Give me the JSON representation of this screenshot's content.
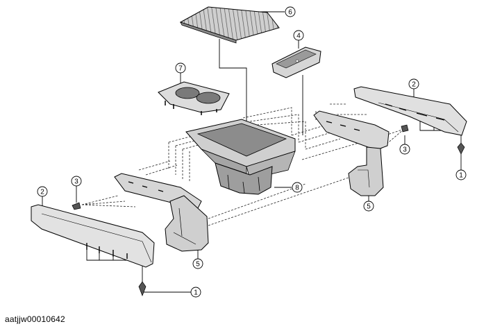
{
  "figure_id": "aatjjw00010642",
  "callouts": [
    {
      "key": "c6",
      "label": "6"
    },
    {
      "key": "c4",
      "label": "4"
    },
    {
      "key": "c7",
      "label": "7"
    },
    {
      "key": "c2r",
      "label": "2"
    },
    {
      "key": "c3r",
      "label": "3"
    },
    {
      "key": "c1r",
      "label": "1"
    },
    {
      "key": "c5r",
      "label": "5"
    },
    {
      "key": "c8",
      "label": "8"
    },
    {
      "key": "c3l",
      "label": "3"
    },
    {
      "key": "c2l",
      "label": "2"
    },
    {
      "key": "c5l",
      "label": "5"
    },
    {
      "key": "c1l",
      "label": "1"
    }
  ]
}
